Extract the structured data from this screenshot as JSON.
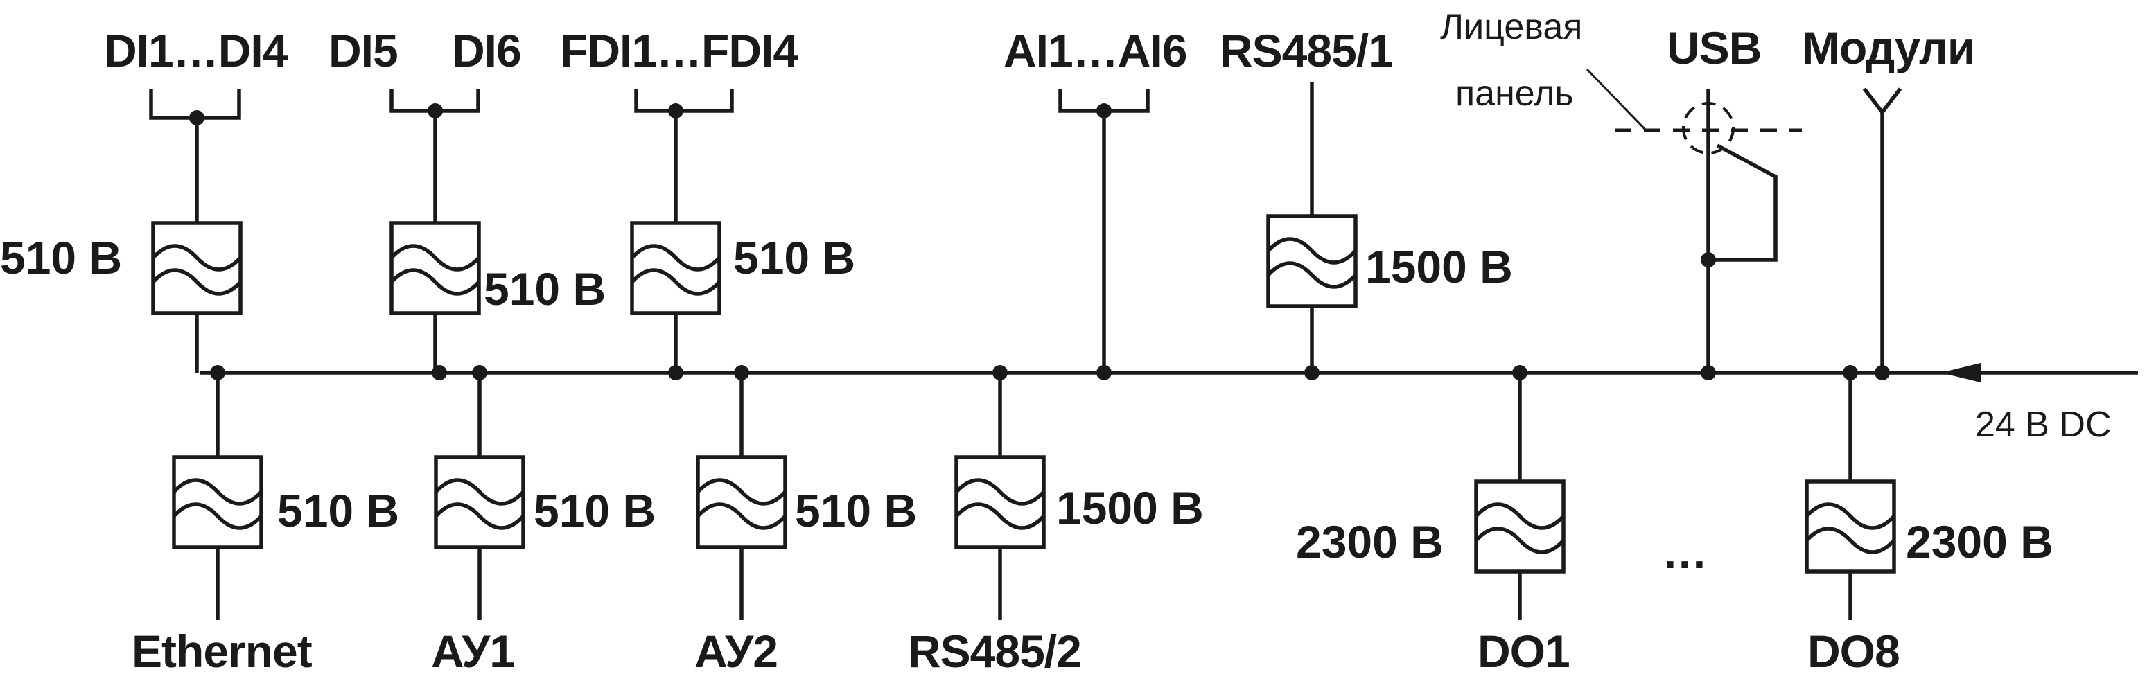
{
  "labels": {
    "di1_di4": "DI1…DI4",
    "di5": "DI5",
    "di6": "DI6",
    "fdi1_fdi4": "FDI1…FDI4",
    "ai1_ai6": "AI1…AI6",
    "rs485_1": "RS485/1",
    "front_panel_line1": "Лицевая",
    "front_panel_line2": "панель",
    "usb": "USB",
    "modules": "Модули",
    "supply": "24 В DC",
    "ethernet": "Ethernet",
    "ay1": "АУ1",
    "ay2": "АУ2",
    "rs485_2": "RS485/2",
    "do1": "DO1",
    "do8": "DO8",
    "ellipsis": "…"
  },
  "isolation": {
    "di1_di4": "510 В",
    "di5_di6": "510 В",
    "fdi1_fdi4": "510 В",
    "rs485_1": "1500 В",
    "ethernet": "510 В",
    "ay1": "510 В",
    "ay2": "510 В",
    "rs485_2": "1500 В",
    "do1": "2300 В",
    "do8": "2300 В"
  }
}
